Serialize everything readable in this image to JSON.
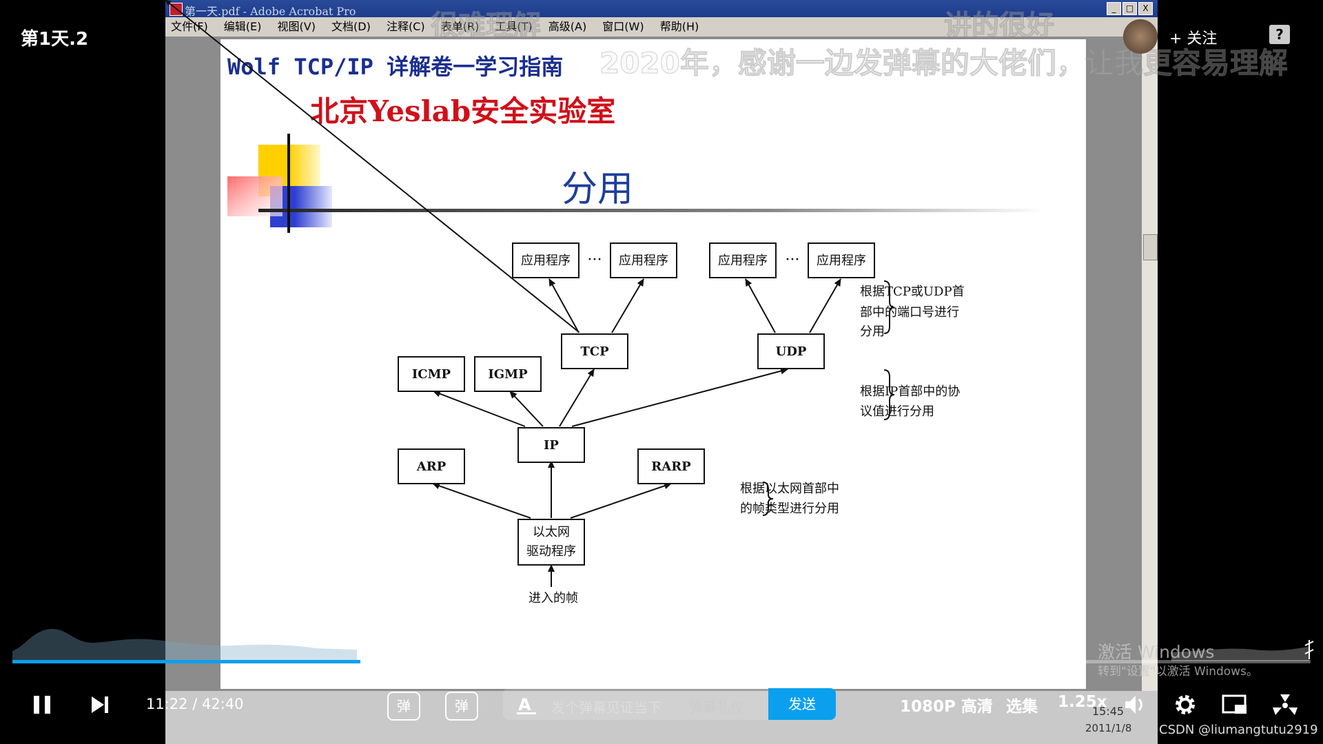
{
  "video": {
    "title": "第1天.2"
  },
  "window": {
    "title": "第一天.pdf - Adobe Acrobat Pro",
    "controls": [
      "_",
      "□",
      "X"
    ]
  },
  "menubar": {
    "items": [
      "文件(F)",
      "编辑(E)",
      "视图(V)",
      "文档(D)",
      "注释(C)",
      "表单(R)",
      "工具(T)",
      "高级(A)",
      "窗口(W)",
      "帮助(H)"
    ]
  },
  "slide": {
    "header": "Wolf TCP/IP 详解卷一学习指南",
    "lab": "北京Yeslab安全实验室",
    "title": "分用"
  },
  "diagram": {
    "nodes": {
      "app1": "应用程序",
      "app2": "应用程序",
      "app3": "应用程序",
      "app4": "应用程序",
      "ellipsis_left": "···",
      "ellipsis_right": "···",
      "tcp": "TCP",
      "udp": "UDP",
      "icmp": "ICMP",
      "igmp": "IGMP",
      "ip": "IP",
      "arp": "ARP",
      "rarp": "RARP",
      "ethernet_line1": "以太网",
      "ethernet_line2": "驱动程序",
      "incoming": "进入的帧"
    },
    "notes": {
      "port_line1": "根据TCP或UDP首",
      "port_line2": "部中的端口号进行",
      "port_line3": "分用",
      "proto_line1": "根据IP首部中的协",
      "proto_line2": "议值进行分用",
      "frame_line1": "根据以太网首部中",
      "frame_line2": "的帧类型进行分用"
    }
  },
  "danmaku_overlay": {
    "msg1": "很难理解",
    "msg2": "讲的很好",
    "msg3": "2020年，感谢一边发弹幕的大佬们，让我更容易理解"
  },
  "taskbar": {
    "time": "15:45",
    "date": "2011/1/8"
  },
  "player": {
    "current_time": "11:22",
    "separator": "/",
    "total_time": "42:40",
    "progress": 0.268,
    "danmaku_toggle_label": "弹",
    "danmaku_settings_label": "弹",
    "danmaku_placeholder": "发个弹幕见证当下",
    "danmaku_gift": "弹幕礼仪",
    "send_label": "发送",
    "quality_label": "1080P 高清",
    "episodes_label": "选集",
    "speed_label": "1.25x",
    "follow_label": "+ 关注",
    "help_label": "?"
  },
  "windows_watermark": {
    "line1": "激活 Windows",
    "line2": "转到\"设置\"以激活 Windows。"
  },
  "credit": "CSDN @liumangtutu2919",
  "colors": {
    "accent": "#0aa0ee",
    "slide_header": "#1a2f8f",
    "lab_red": "#d0101a"
  }
}
